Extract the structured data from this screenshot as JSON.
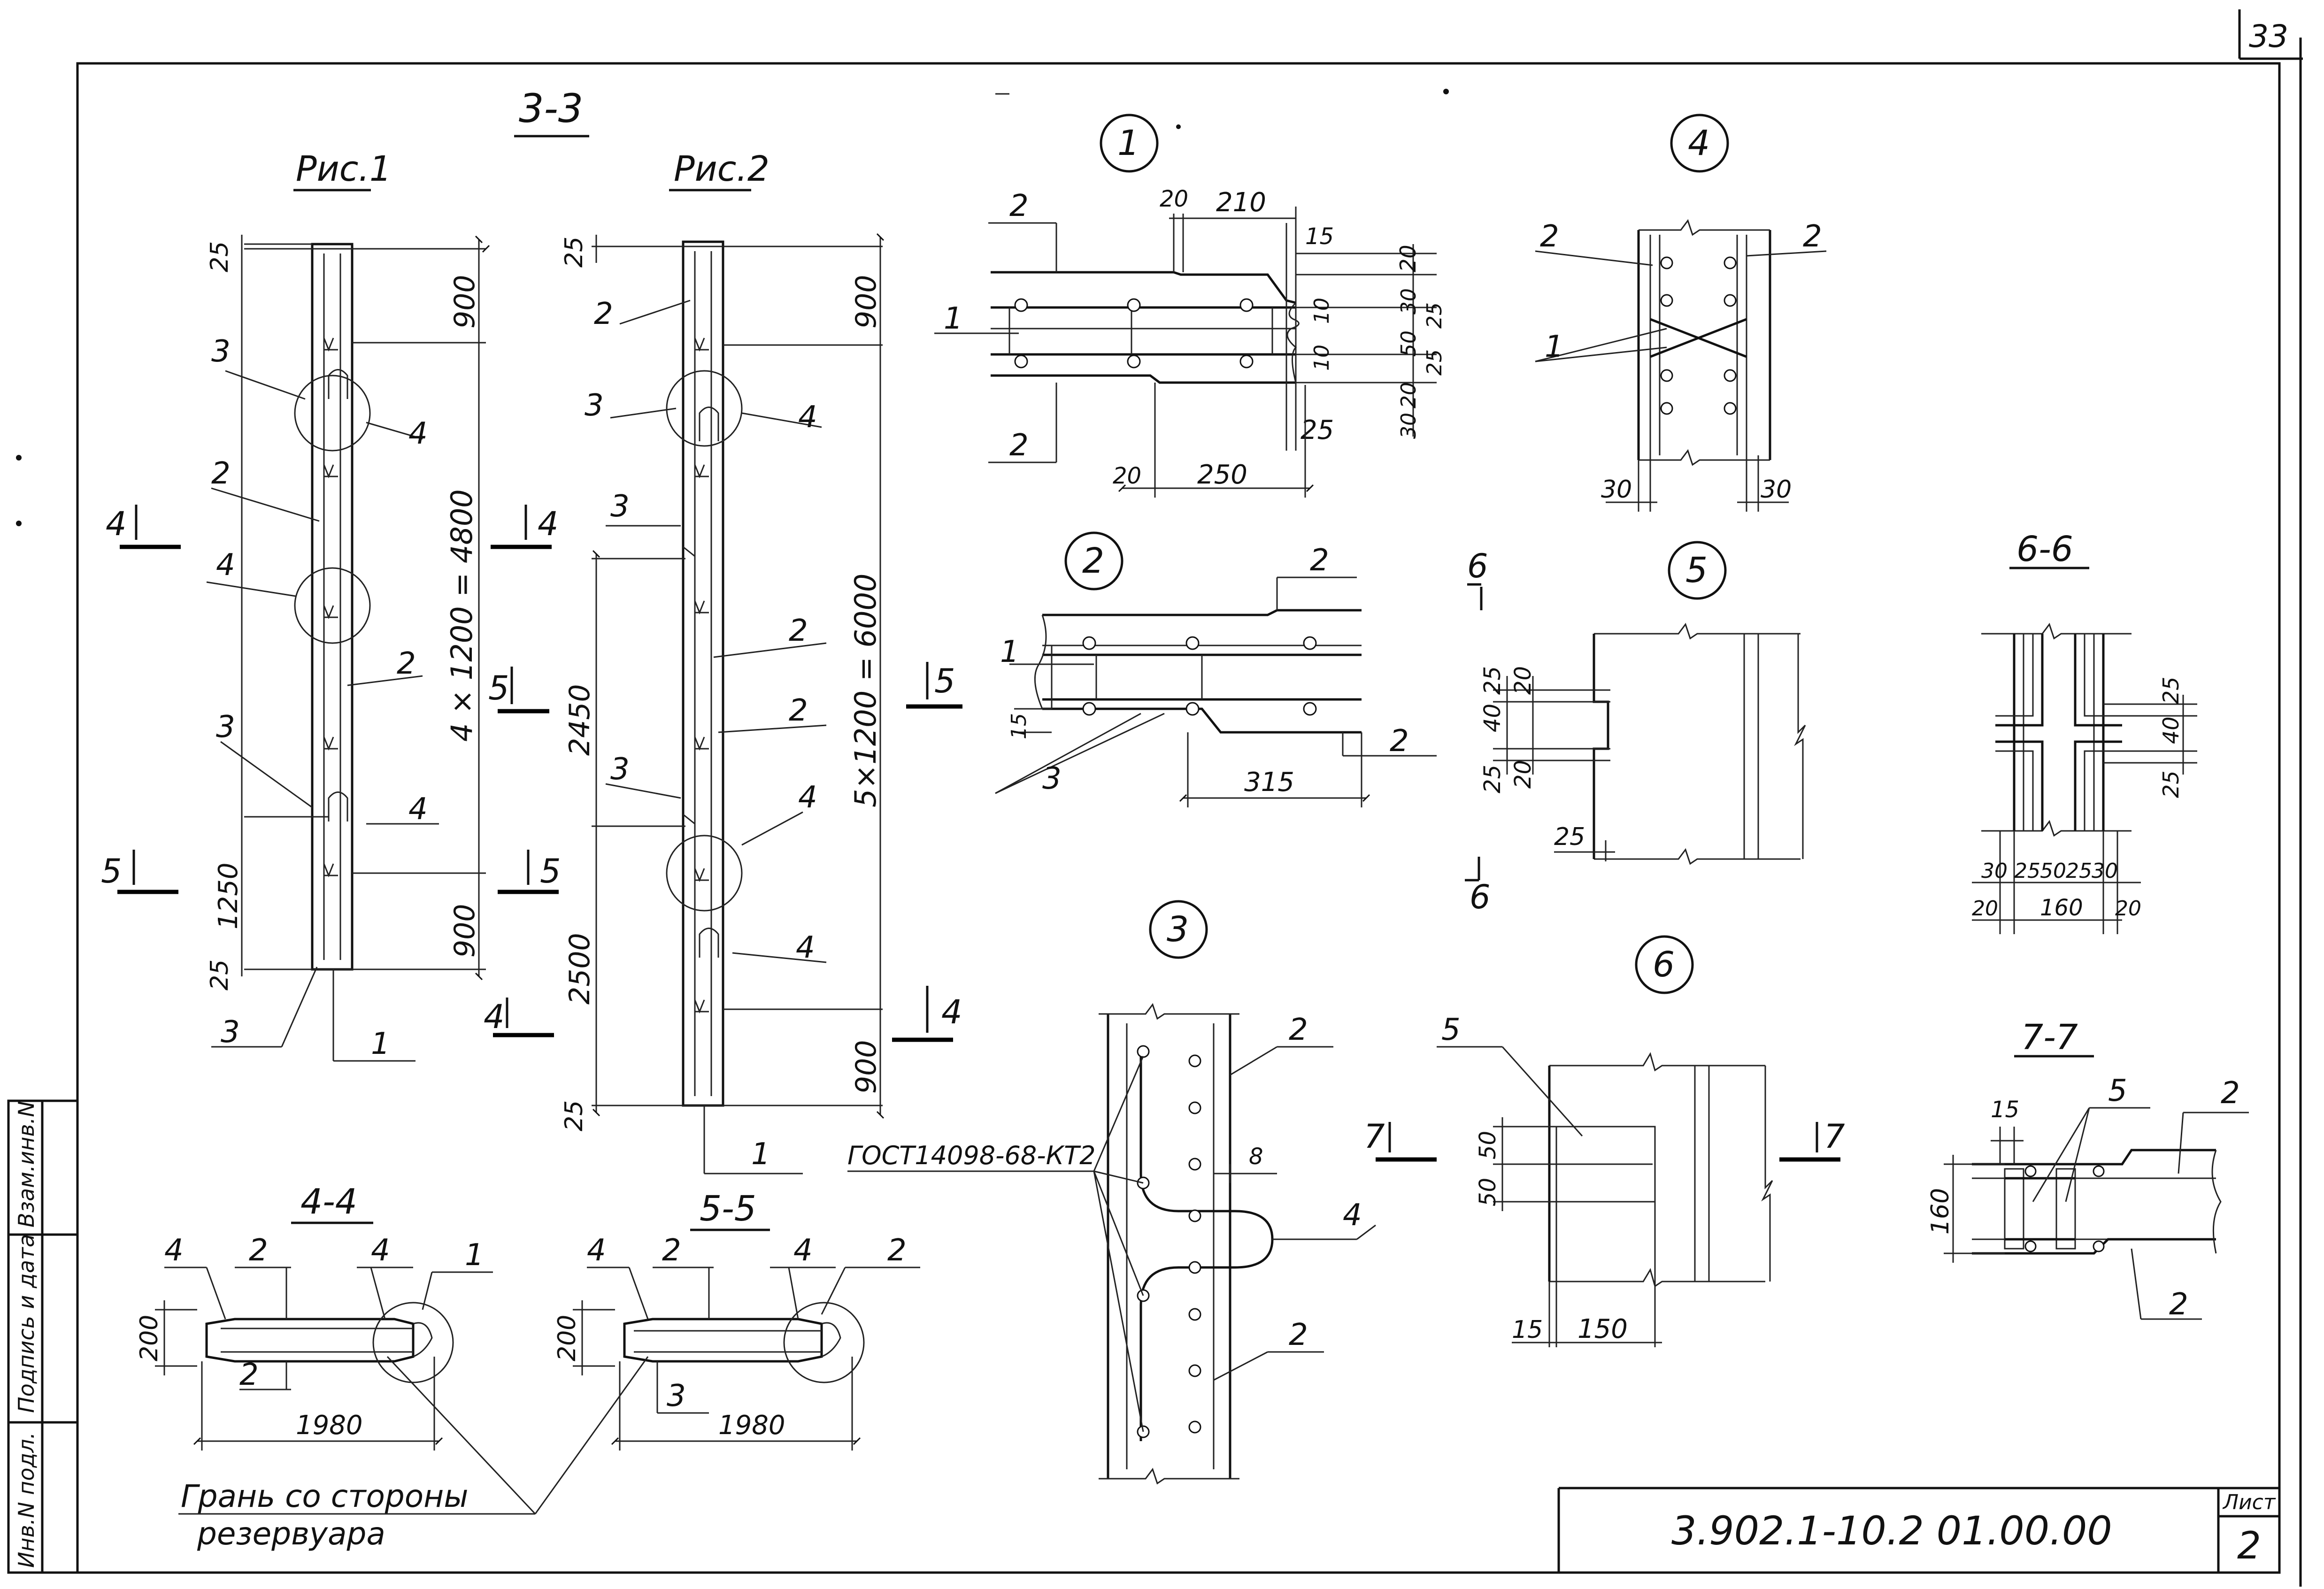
{
  "sheet": {
    "page_number": "33",
    "doc_code": "3.902.1-10.2  01.00.00",
    "list_label": "Лист",
    "list_number": "2",
    "stamp_labels": [
      "Инв.N подл.",
      "Подпись и дата",
      "Взам.инв.N"
    ]
  },
  "section_33": {
    "title": "3-3",
    "fig1": {
      "title": "Рис.1",
      "dims": [
        "25",
        "900",
        "4 × 1200 = 4800",
        "1250",
        "900",
        "25"
      ],
      "callouts": [
        "3",
        "4",
        "2",
        "4",
        "2",
        "3",
        "4",
        "3",
        "1"
      ],
      "section_marks": [
        "4",
        "4",
        "5",
        "5",
        "5",
        "4"
      ]
    },
    "fig2": {
      "title": "Рис.2",
      "dims": [
        "25",
        "900",
        "2450",
        "5×1200 = 6000",
        "2500",
        "900",
        "25"
      ],
      "callouts": [
        "2",
        "3",
        "4",
        "3",
        "2",
        "3",
        "2",
        "4",
        "4",
        "1"
      ],
      "section_marks": [
        "5",
        "4"
      ]
    }
  },
  "detail1": {
    "id": "1",
    "dims": [
      "20",
      "210",
      "15",
      "20",
      "10",
      "30",
      "50",
      "25",
      "10",
      "25",
      "20",
      "30",
      "25",
      "20",
      "250"
    ],
    "callouts": [
      "2",
      "1",
      "2"
    ]
  },
  "detail2": {
    "id": "2",
    "dims": [
      "15",
      "315"
    ],
    "callouts": [
      "2",
      "1",
      "3",
      "2"
    ]
  },
  "detail3": {
    "id": "3",
    "gost": "ГОСТ14098-68-КТ2",
    "dims": [
      "8"
    ],
    "callouts": [
      "2",
      "4",
      "2"
    ]
  },
  "detail4": {
    "id": "4",
    "dims": [
      "30",
      "30"
    ],
    "callouts": [
      "2",
      "2",
      "1"
    ]
  },
  "detail5": {
    "id": "5",
    "dims": [
      "25",
      "40",
      "25",
      "20",
      "20",
      "25"
    ],
    "section_marks": [
      "6",
      "6"
    ]
  },
  "detail6": {
    "id": "6",
    "dims": [
      "50",
      "50",
      "15",
      "150"
    ],
    "callouts": [
      "5"
    ],
    "section_marks": [
      "7",
      "7"
    ]
  },
  "section_44": {
    "title": "4-4",
    "dims": [
      "200",
      "1980"
    ],
    "callouts": [
      "4",
      "2",
      "4",
      "1",
      "2"
    ]
  },
  "section_55": {
    "title": "5-5",
    "dims": [
      "200",
      "1980"
    ],
    "callouts": [
      "4",
      "2",
      "4",
      "2",
      "3"
    ]
  },
  "section_66": {
    "title": "6-6",
    "dims": [
      "25",
      "40",
      "25",
      "30",
      "25",
      "50",
      "25",
      "30",
      "20",
      "160",
      "20"
    ]
  },
  "section_77": {
    "title": "7-7",
    "dims": [
      "15",
      "160"
    ],
    "callouts": [
      "5",
      "2",
      "2"
    ]
  },
  "note": {
    "line1": "Грань со стороны",
    "line2": "резервуара"
  }
}
